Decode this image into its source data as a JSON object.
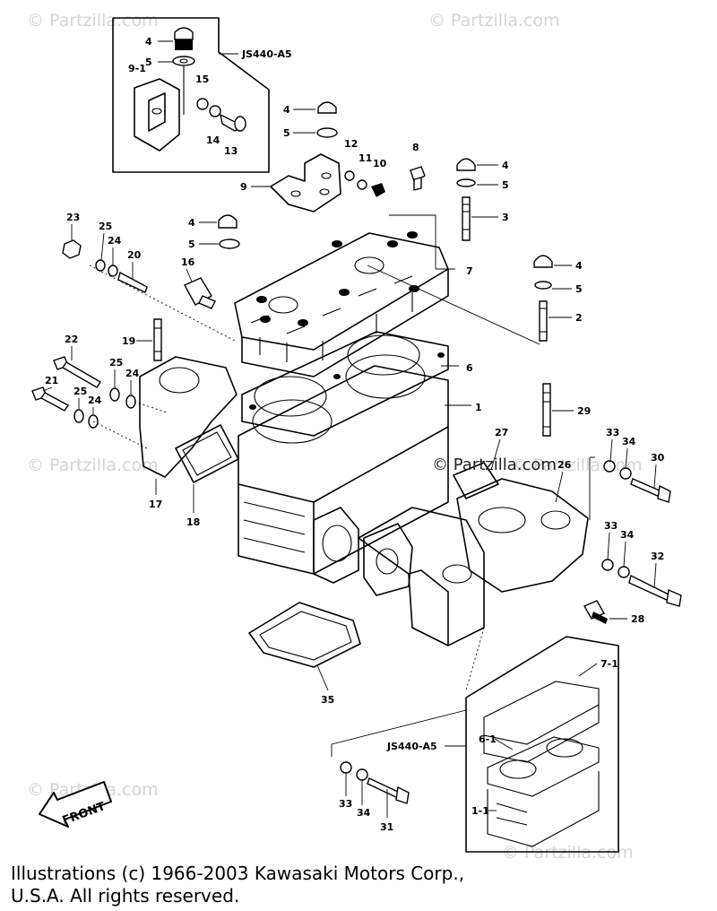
{
  "watermarks": [
    "© Partzilla.com",
    "© Partzilla.com",
    "© Partzilla.com",
    "© Partzilla.com",
    "© Partzilla.com",
    "© Partzilla.com"
  ],
  "center_watermark": "© Partzilla.com",
  "callouts": {
    "c4a": "4",
    "c5a": "5",
    "c9_1": "9-1",
    "c15": "15",
    "c14": "14",
    "c13": "13",
    "js_top": "JS440-A5",
    "c4b": "4",
    "c5b": "5",
    "c12": "12",
    "c11": "11",
    "c10": "10",
    "c8": "8",
    "c9": "9",
    "c4c": "4",
    "c5c": "5",
    "c3": "3",
    "c23": "23",
    "c25a": "25",
    "c24a": "24",
    "c20": "20",
    "c16": "16",
    "c4d": "4",
    "c5d": "5",
    "c7": "7",
    "c4e": "4",
    "c5e": "5",
    "c2": "2",
    "c19": "19",
    "c22": "22",
    "c25b": "25",
    "c24b": "24",
    "c21": "21",
    "c25c": "25",
    "c24c": "24",
    "c6": "6",
    "c1": "1",
    "c29": "29",
    "c33a": "33",
    "c34a": "34",
    "c30": "30",
    "c27": "27",
    "c26": "26",
    "c17": "17",
    "c18": "18",
    "c33b": "33",
    "c34b": "34",
    "c32": "32",
    "c28": "28",
    "c35": "35",
    "c7_1": "7-1",
    "js_bottom": "JS440-A5",
    "c6_1": "6-1",
    "c1_1": "1-1",
    "c33c": "33",
    "c34c": "34",
    "c31": "31"
  },
  "front_label": "FRONT",
  "copyright": {
    "line1": "Illustrations (c) 1966-2003 Kawasaki Motors Corp.,",
    "line2": "U.S.A.  All rights reserved."
  }
}
